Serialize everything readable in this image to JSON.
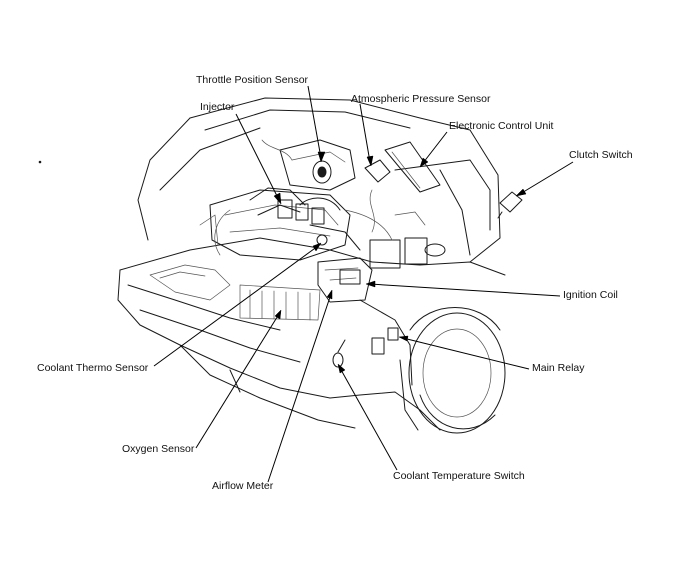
{
  "labels": {
    "throttle_position_sensor": "Throttle Position Sensor",
    "injector": "Injector",
    "atmospheric_pressure_sensor": "Atmospheric Pressure Sensor",
    "electronic_control_unit": "Electronic Control Unit",
    "clutch_switch": "Clutch Switch",
    "ignition_coil": "Ignition Coil",
    "main_relay": "Main Relay",
    "coolant_thermo_sensor": "Coolant Thermo Sensor",
    "oxygen_sensor": "Oxygen Sensor",
    "airflow_meter": "Airflow Meter",
    "coolant_temperature_switch": "Coolant Temperature Switch"
  }
}
